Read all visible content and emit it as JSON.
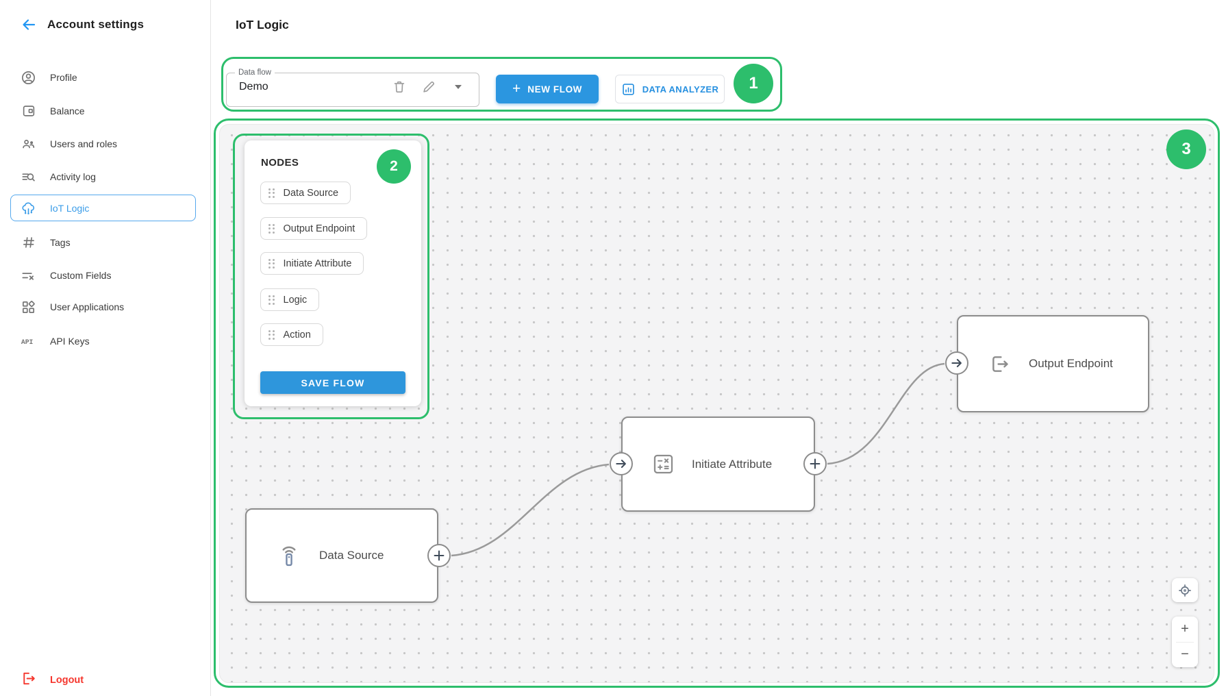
{
  "sidebar": {
    "title": "Account settings",
    "items": [
      {
        "label": "Profile",
        "icon": "person-icon"
      },
      {
        "label": "Balance",
        "icon": "wallet-icon"
      },
      {
        "label": "Users and roles",
        "icon": "users-icon"
      },
      {
        "label": "Activity log",
        "icon": "activity-log-icon"
      },
      {
        "label": "IoT Logic",
        "icon": "iot-icon",
        "active": true
      },
      {
        "label": "Tags",
        "icon": "hash-icon"
      },
      {
        "label": "Custom Fields",
        "icon": "custom-fields-icon"
      },
      {
        "label": "User Applications",
        "icon": "apps-icon"
      },
      {
        "label": "API Keys",
        "icon": "api-icon"
      }
    ],
    "logout": {
      "label": "Logout",
      "icon": "logout-icon"
    }
  },
  "header": {
    "page_title": "IoT Logic"
  },
  "flow_toolbar": {
    "data_flow_label": "Data flow",
    "data_flow_value": "Demo",
    "delete_icon": "trash-icon",
    "edit_icon": "pencil-icon",
    "expand_icon": "caret-down-icon",
    "new_flow_plus": "+",
    "new_flow_button": "NEW FLOW",
    "data_analyzer_button": "DATA ANALYZER"
  },
  "annotations": {
    "badge_1": "1",
    "badge_2": "2",
    "badge_3": "3",
    "color": "#2dbe6c"
  },
  "nodes_panel": {
    "title": "NODES",
    "items": [
      {
        "label": "Data Source"
      },
      {
        "label": "Output Endpoint"
      },
      {
        "label": "Initiate Attribute"
      },
      {
        "label": "Logic"
      },
      {
        "label": "Action"
      }
    ],
    "save_button": "SAVE FLOW"
  },
  "canvas": {
    "flow_nodes": [
      {
        "label": "Data Source",
        "icon": "sensor-icon"
      },
      {
        "label": "Initiate Attribute",
        "icon": "calculator-icon"
      },
      {
        "label": "Output Endpoint",
        "icon": "exit-icon"
      }
    ],
    "connections": [
      {
        "from": "Data Source",
        "to": "Initiate Attribute"
      },
      {
        "from": "Initiate Attribute",
        "to": "Output Endpoint"
      }
    ]
  },
  "map_controls": {
    "focus_icon": "crosshair-icon",
    "zoom_in": "+",
    "zoom_out": "−"
  },
  "colors": {
    "primary_blue": "#2b96e0",
    "annotation_green": "#2dbe6c",
    "active_blue": "#3a9ce8",
    "logout_red": "#f5372e",
    "canvas_bg": "#f4f4f5",
    "node_border": "#8c8c8c"
  }
}
